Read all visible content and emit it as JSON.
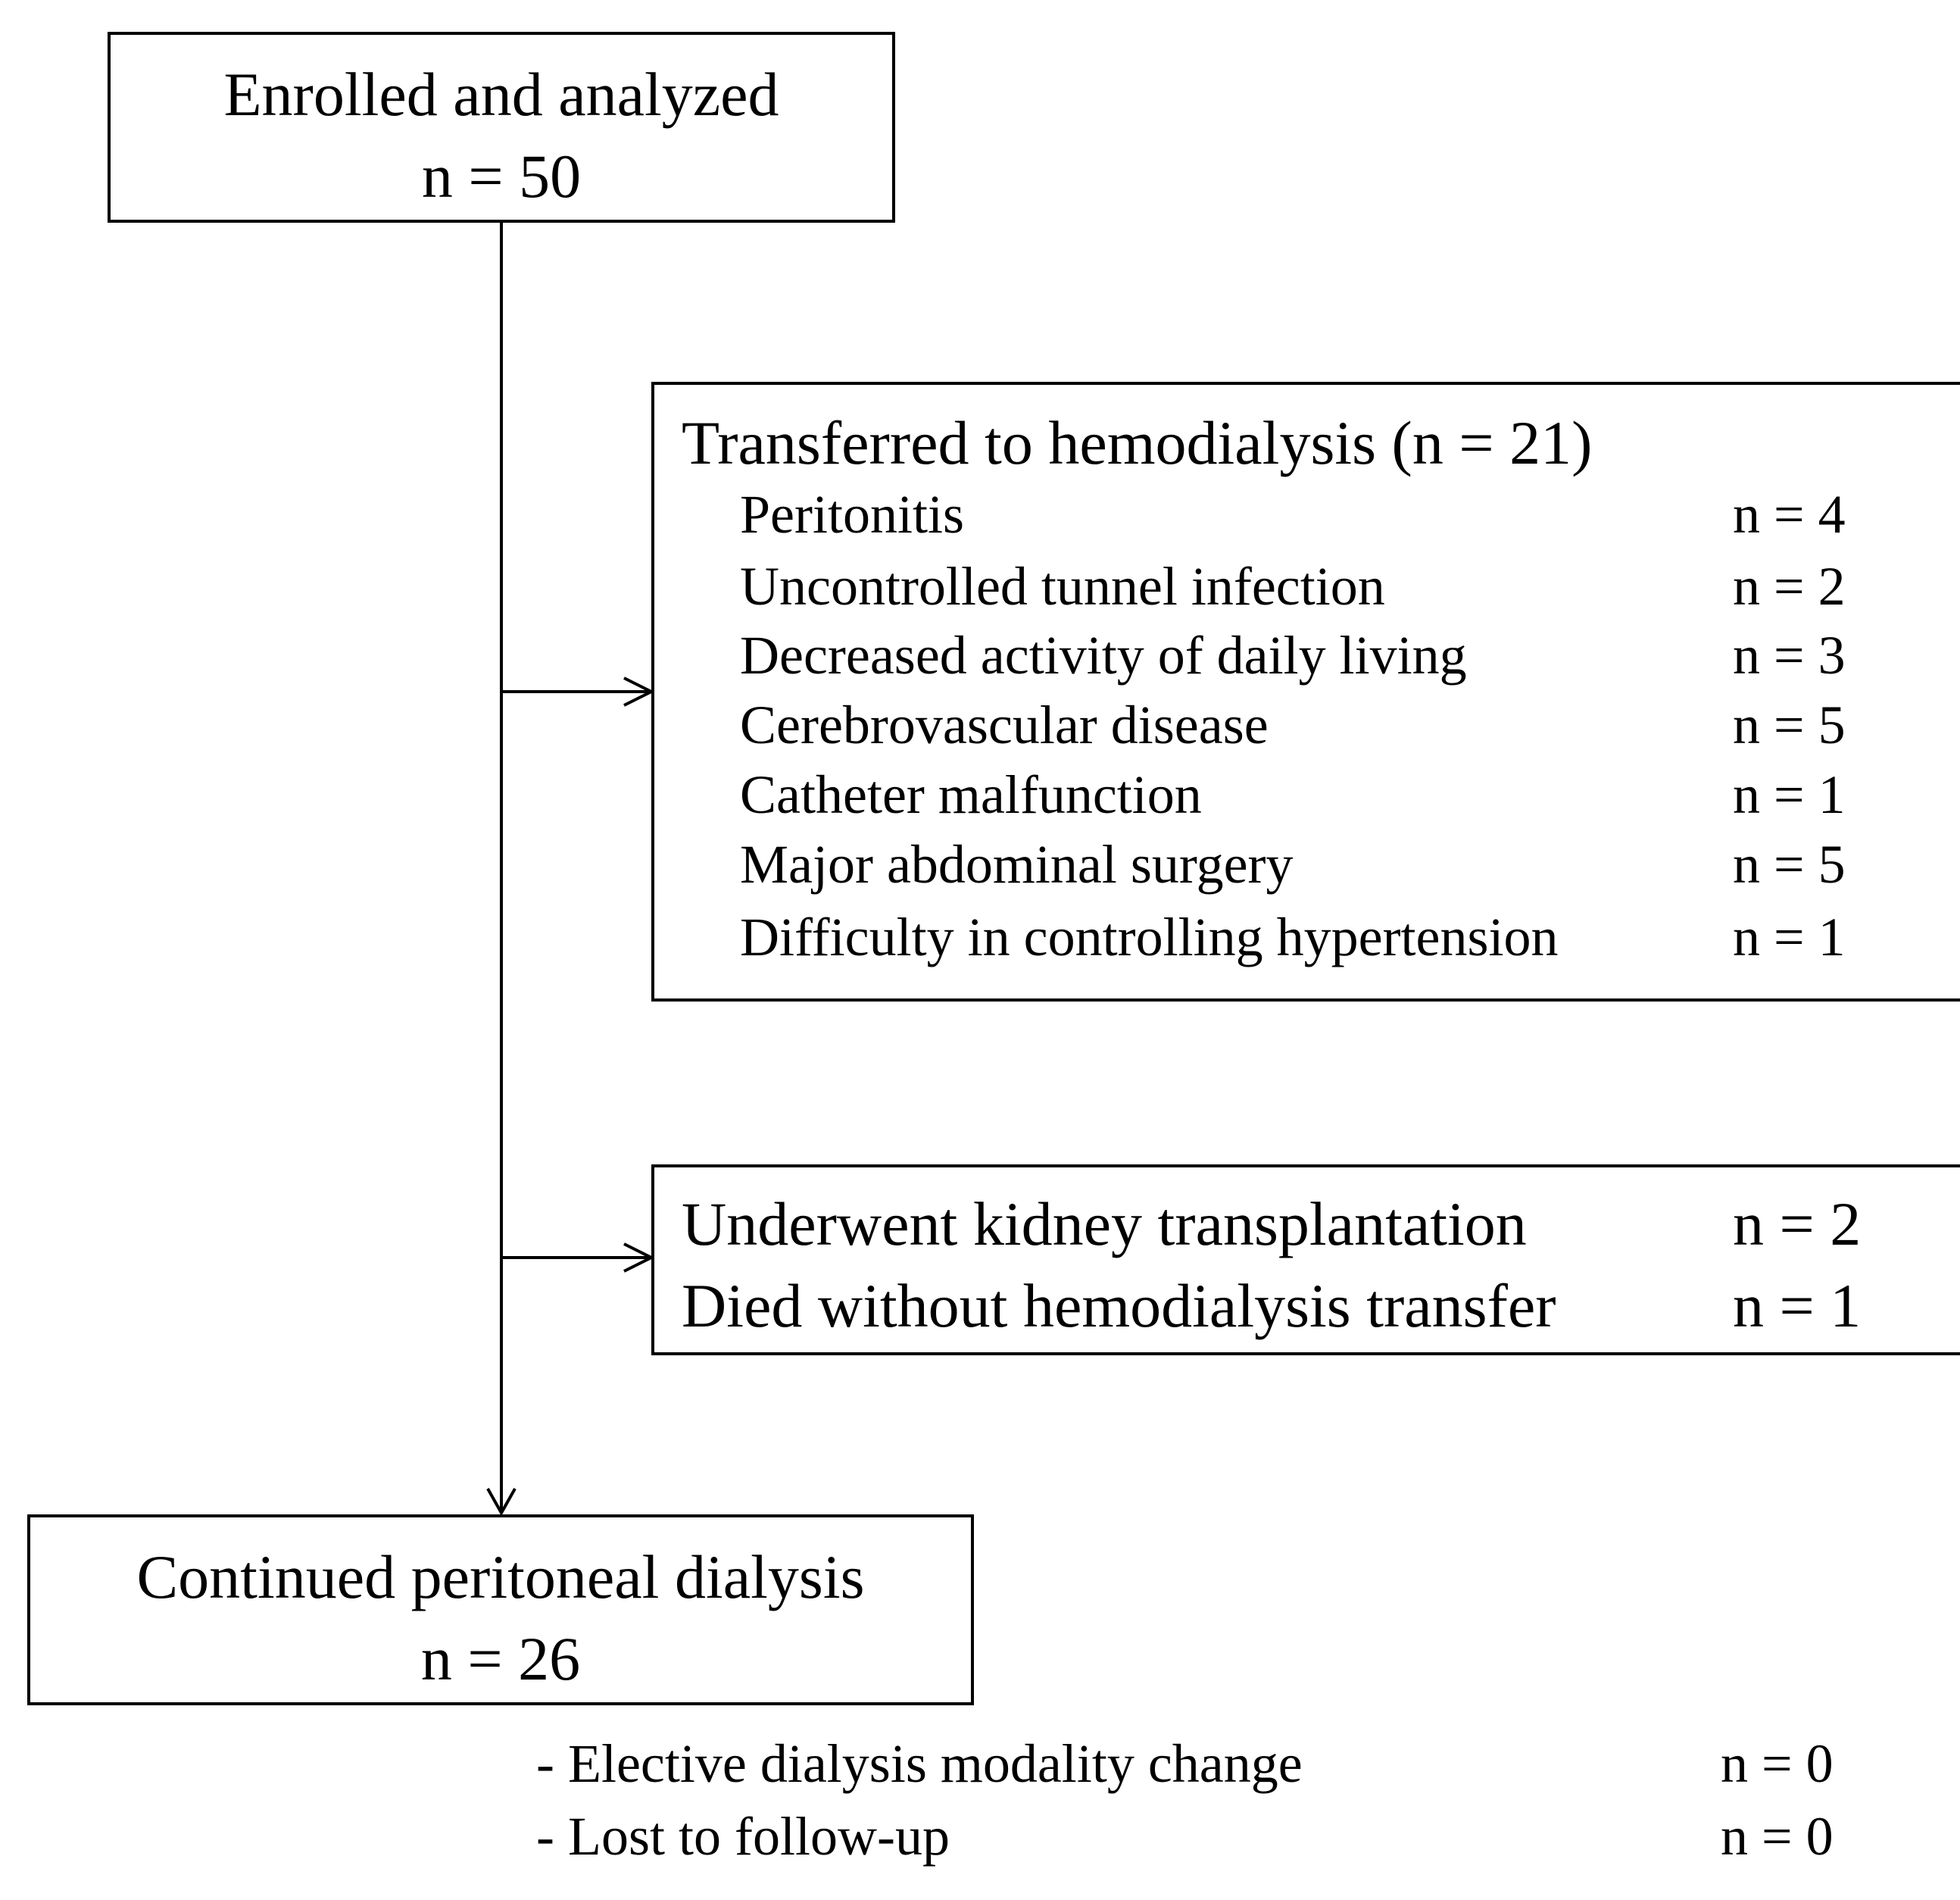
{
  "enrolled": {
    "line1": "Enrolled and analyzed",
    "line2": "n = 50"
  },
  "transferred": {
    "title": "Transferred to hemodialysis (n = 21)",
    "items": [
      {
        "label": "Peritonitis",
        "count": "n = 4"
      },
      {
        "label": "Uncontrolled tunnel infection",
        "count": "n = 2"
      },
      {
        "label": "Decreased activity of daily living",
        "count": "n = 3"
      },
      {
        "label": "Cerebrovascular disease",
        "count": "n = 5"
      },
      {
        "label": "Catheter malfunction",
        "count": "n = 1"
      },
      {
        "label": "Major abdominal surgery",
        "count": "n = 5"
      },
      {
        "label": "Difficulty in controlling hypertension",
        "count": "n = 1"
      }
    ]
  },
  "other_exits": {
    "items": [
      {
        "label": "Underwent kidney transplantation",
        "count": "n = 2"
      },
      {
        "label": "Died without hemodialysis transfer",
        "count": "n = 1"
      }
    ]
  },
  "continued": {
    "line1": "Continued peritoneal dialysis",
    "line2": "n = 26"
  },
  "notes": {
    "items": [
      {
        "label": "- Elective dialysis modality change",
        "count": "n = 0"
      },
      {
        "label": "- Lost to follow-up",
        "count": "n = 0"
      }
    ]
  },
  "colors": {
    "line": "#000000",
    "background": "#ffffff"
  }
}
